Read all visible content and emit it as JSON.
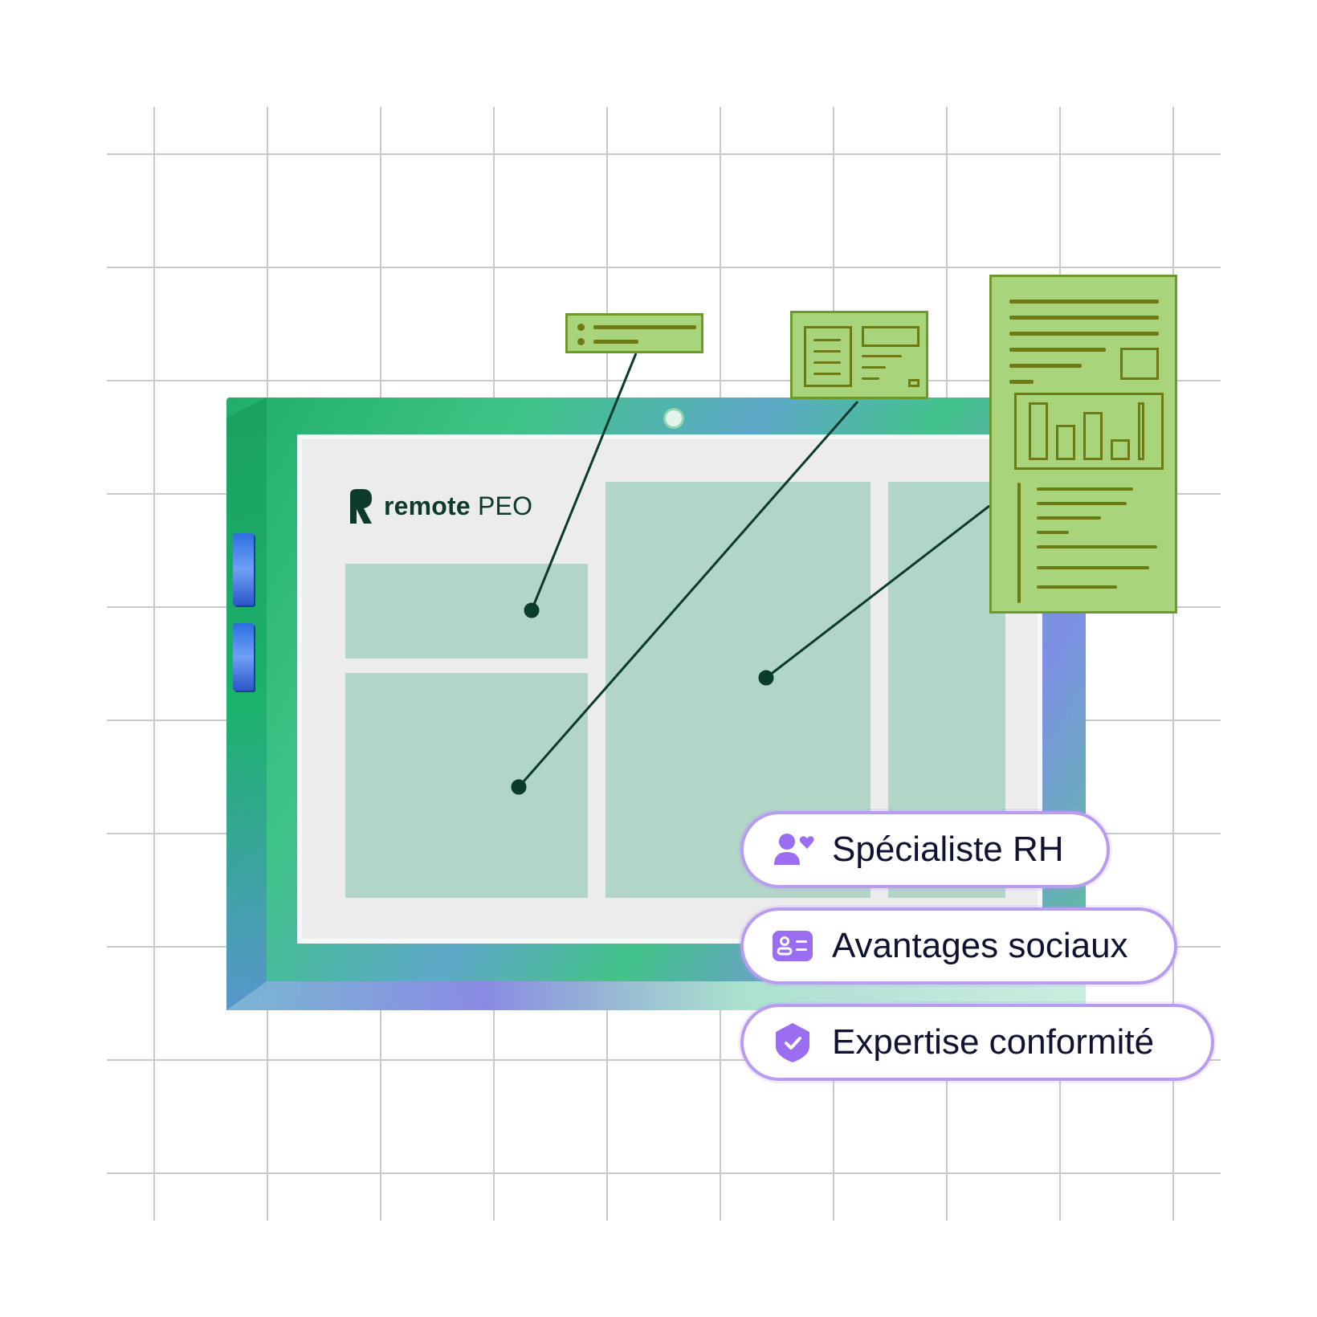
{
  "brand": {
    "name": "remote",
    "product": "PEO",
    "logo_icon": "remote-r-logo-icon"
  },
  "features": [
    {
      "label": "Spécialiste RH",
      "icon": "person-heart-icon"
    },
    {
      "label": "Avantages sociaux",
      "icon": "id-card-icon"
    },
    {
      "label": "Expertise conformité",
      "icon": "shield-check-icon"
    }
  ],
  "colors": {
    "tablet_green": "#1fae6a",
    "panel": "#b1d5c7",
    "note": "#a8d57b",
    "accent_purple": "#9b6df0",
    "pill_border": "#b89cf0",
    "text_dark": "#0d3b2b"
  }
}
